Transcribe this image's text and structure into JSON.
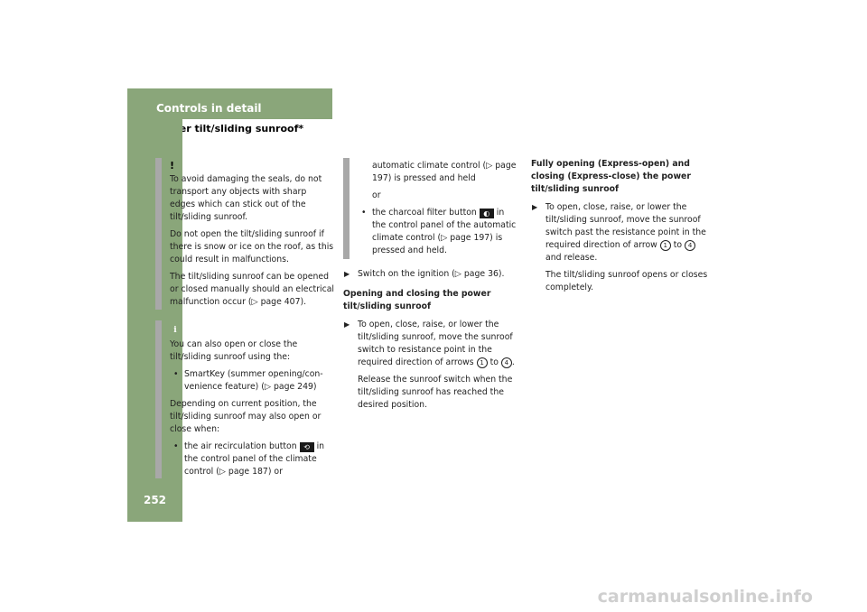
{
  "header": {
    "section_title": "Controls in detail",
    "subsection_title": "Power tilt/sliding sunroof*",
    "page_number": "252"
  },
  "colors": {
    "accent": "#8aa67a",
    "sidebar_bar": "#a8a8a8"
  },
  "left": {
    "warning": {
      "mark": "!",
      "paragraphs": [
        "To avoid damaging the seals, do not transport any objects with sharp edges which can stick out of the tilt/sliding sunroof.",
        "Do not open the tilt/sliding sunroof if there is snow or ice on the roof, as this could result in malfunctions.",
        "The tilt/sliding sunroof can be opened or closed manually should an electrical malfunction occur (▷ page 407)."
      ]
    },
    "info": {
      "icon": "info-icon",
      "intro": "You can also open or close the tilt/sliding sunroof using the:",
      "bullet1": "SmartKey (summer opening/con-venience feature) (▷ page 249)",
      "middle": "Depending on current position, the tilt/sliding sunroof may also open or close when:",
      "bullet2_before": "the air recirculation button",
      "bullet2_icon": "air-recirculation-icon",
      "bullet2_after": "in the control panel of the climate control (▷ page 187) or"
    }
  },
  "middle": {
    "cont_text": "automatic climate control (▷ page 197) is pressed and held",
    "or": "or",
    "bullet_before": "the charcoal filter button",
    "bullet_icon": "charcoal-filter-icon",
    "bullet_after": "in the control panel of the automatic climate control (▷ page 197) is pressed and held.",
    "step_ignition": "Switch on the ignition (▷ page 36).",
    "heading": "Opening and closing the power tilt/sliding sunroof",
    "step_before": "To open, close, raise, or lower the tilt/sliding sunroof, move the sunroof switch to resistance point in the required direction of arrows",
    "num_a": "1",
    "to": "to",
    "num_b": "4",
    "release": "Release the sunroof switch when the tilt/sliding sunroof has reached the desired position."
  },
  "right": {
    "heading": "Fully opening (Express-open) and closing (Express-close) the power tilt/sliding sunroof",
    "step_before": "To open, close, raise, or lower the tilt/sliding sunroof, move the sunroof switch past the resistance point in the required direction of arrow",
    "num_a": "1",
    "to": "to",
    "num_b": "4",
    "step_after": "and release.",
    "result": "The tilt/sliding sunroof opens or closes completely."
  },
  "watermark": "carmanualsonline.info"
}
